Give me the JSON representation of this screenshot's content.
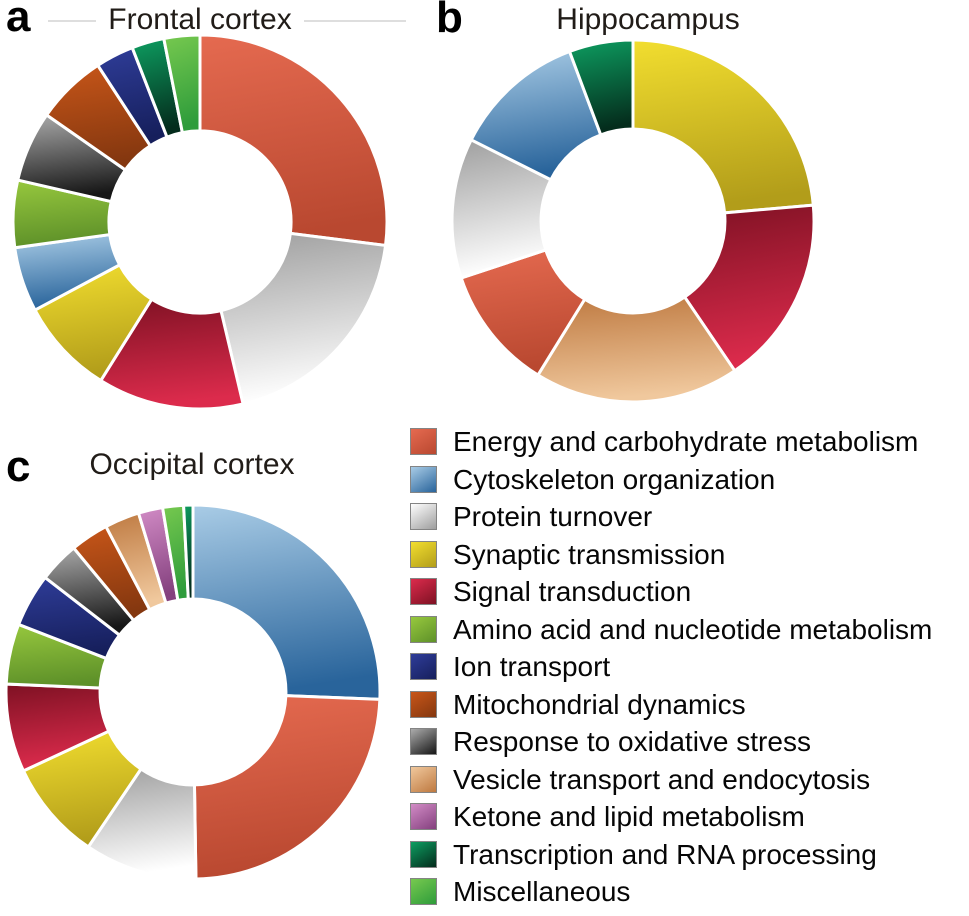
{
  "panels": [
    {
      "letter": "a",
      "title": "Frontal cortex"
    },
    {
      "letter": "b",
      "title": "Hippocampus"
    },
    {
      "letter": "c",
      "title": "Occipital cortex"
    }
  ],
  "legend": {
    "items": [
      {
        "key": "energy",
        "label": "Energy and carbohydrate metabolism",
        "color_light": "#E56A50",
        "color_dark": "#B94830",
        "light_at": "top"
      },
      {
        "key": "cytoskeleton",
        "label": "Cytoskeleton organization",
        "color_light": "#A9CCE6",
        "color_dark": "#29649B",
        "light_at": "top"
      },
      {
        "key": "protein",
        "label": "Protein turnover",
        "color_light": "#FFFFFF",
        "color_dark": "#9E9E9E",
        "light_at": "bottom"
      },
      {
        "key": "synaptic",
        "label": "Synaptic transmission",
        "color_light": "#F2DE2F",
        "color_dark": "#B29D1A",
        "light_at": "top"
      },
      {
        "key": "signal",
        "label": "Signal transduction",
        "color_light": "#DC2B4C",
        "color_dark": "#7E1123",
        "light_at": "bottom"
      },
      {
        "key": "amino",
        "label": "Amino acid and nucleotide metabolism",
        "color_light": "#97C83E",
        "color_dark": "#5E9129",
        "light_at": "top"
      },
      {
        "key": "ion",
        "label": "Ion transport",
        "color_light": "#2F3D99",
        "color_dark": "#161F5C",
        "light_at": "top"
      },
      {
        "key": "mito",
        "label": "Mitochondrial dynamics",
        "color_light": "#C85619",
        "color_dark": "#84370F",
        "light_at": "top"
      },
      {
        "key": "oxidative",
        "label": "Response to oxidative stress",
        "color_light": "#ACACAC",
        "color_dark": "#161616",
        "light_at": "top"
      },
      {
        "key": "vesicle",
        "label": "Vesicle transport and endocytosis",
        "color_light": "#F0C89D",
        "color_dark": "#BE7940",
        "light_at": "bottom"
      },
      {
        "key": "ketone",
        "label": "Ketone and lipid metabolism",
        "color_light": "#D28CC6",
        "color_dark": "#84407E",
        "light_at": "top"
      },
      {
        "key": "transcription",
        "label": "Transcription and RNA processing",
        "color_light": "#0D9E61",
        "color_dark": "#042C1C",
        "light_at": "top"
      },
      {
        "key": "misc",
        "label": "Miscellaneous",
        "color_light": "#77C94F",
        "color_dark": "#2E9C3B",
        "light_at": "top"
      }
    ]
  },
  "chart_data": [
    {
      "type": "donut",
      "panel": "a",
      "title": "Frontal cortex",
      "direction": "clockwise",
      "start_angle": "12 o'clock",
      "inner_radius_ratio": 0.487,
      "units": "percent of annotated proteins (estimated from arc angles)",
      "segments": [
        {
          "category": "Energy and carbohydrate metabolism",
          "key": "energy",
          "percent": 27.0
        },
        {
          "category": "Protein turnover",
          "key": "protein",
          "percent": 19.3
        },
        {
          "category": "Signal transduction",
          "key": "signal",
          "percent": 12.6
        },
        {
          "category": "Synaptic transmission",
          "key": "synaptic",
          "percent": 8.3
        },
        {
          "category": "Cytoskeleton organization",
          "key": "cytoskeleton",
          "percent": 5.6
        },
        {
          "category": "Amino acid and nucleotide metabolism",
          "key": "amino",
          "percent": 5.8
        },
        {
          "category": "Response to oxidative stress",
          "key": "oxidative",
          "percent": 6.1
        },
        {
          "category": "Mitochondrial dynamics",
          "key": "mito",
          "percent": 6.1
        },
        {
          "category": "Ion transport",
          "key": "ion",
          "percent": 3.3
        },
        {
          "category": "Transcription and RNA processing",
          "key": "transcription",
          "percent": 2.8
        },
        {
          "category": "Miscellaneous",
          "key": "misc",
          "percent": 3.1
        }
      ]
    },
    {
      "type": "donut",
      "panel": "b",
      "title": "Hippocampus",
      "direction": "clockwise",
      "start_angle": "12 o'clock",
      "inner_radius_ratio": 0.508,
      "units": "percent of annotated proteins (estimated from arc angles)",
      "segments": [
        {
          "category": "Synaptic transmission",
          "key": "synaptic",
          "percent": 23.6
        },
        {
          "category": "Signal transduction",
          "key": "signal",
          "percent": 16.9
        },
        {
          "category": "Vesicle transport and endocytosis",
          "key": "vesicle",
          "percent": 18.3
        },
        {
          "category": "Energy and carbohydrate metabolism",
          "key": "energy",
          "percent": 11.1
        },
        {
          "category": "Protein turnover",
          "key": "protein",
          "percent": 12.5
        },
        {
          "category": "Cytoskeleton organization",
          "key": "cytoskeleton",
          "percent": 11.9
        },
        {
          "category": "Transcription and RNA processing",
          "key": "transcription",
          "percent": 5.7
        }
      ]
    },
    {
      "type": "donut",
      "panel": "c",
      "title": "Occipital cortex",
      "direction": "clockwise",
      "start_angle": "12 o'clock",
      "inner_radius_ratio": 0.497,
      "units": "percent of annotated proteins (estimated from arc angles)",
      "segments": [
        {
          "category": "Cytoskeleton organization",
          "key": "cytoskeleton",
          "percent": 25.6
        },
        {
          "category": "Energy and carbohydrate metabolism",
          "key": "energy",
          "percent": 24.1
        },
        {
          "category": "Protein turnover",
          "key": "protein",
          "percent": 9.7
        },
        {
          "category": "Synaptic transmission",
          "key": "synaptic",
          "percent": 8.6
        },
        {
          "category": "Signal transduction",
          "key": "signal",
          "percent": 7.6
        },
        {
          "category": "Amino acid and nucleotide metabolism",
          "key": "amino",
          "percent": 5.2
        },
        {
          "category": "Ion transport",
          "key": "ion",
          "percent": 4.6
        },
        {
          "category": "Response to oxidative stress",
          "key": "oxidative",
          "percent": 3.5
        },
        {
          "category": "Mitochondrial dynamics",
          "key": "mito",
          "percent": 3.3
        },
        {
          "category": "Vesicle transport and endocytosis",
          "key": "vesicle",
          "percent": 3.0
        },
        {
          "category": "Ketone and lipid metabolism",
          "key": "ketone",
          "percent": 2.1
        },
        {
          "category": "Miscellaneous",
          "key": "misc",
          "percent": 1.8
        },
        {
          "category": "Transcription and RNA processing",
          "key": "transcription",
          "percent": 0.8
        }
      ]
    }
  ]
}
